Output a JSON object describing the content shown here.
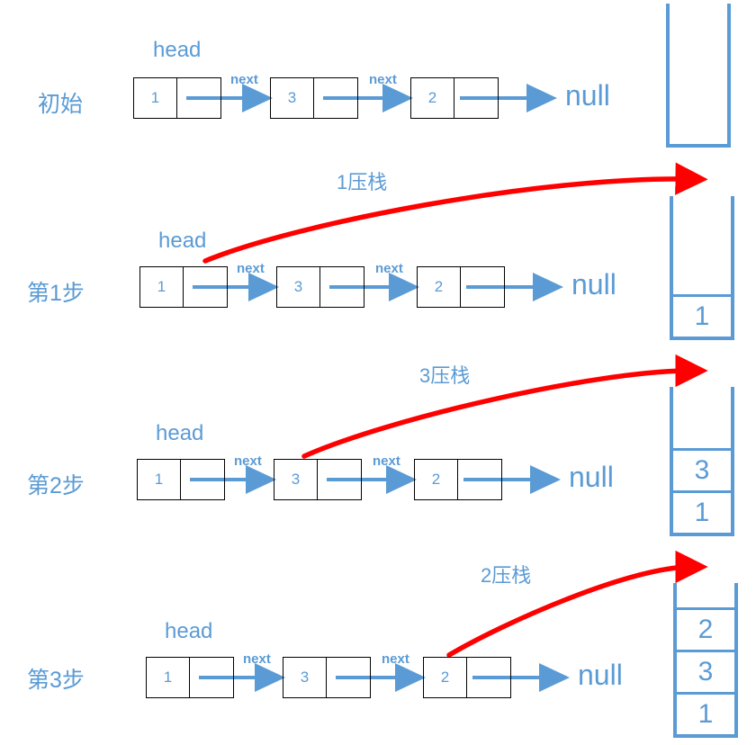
{
  "diagram": {
    "title_colors": {
      "accent_blue": "#5B9BD5",
      "arrow_red": "#FF0000",
      "node_border": "#000000"
    },
    "head_label": "head",
    "next_label": "next",
    "null_label": "null",
    "rows": [
      {
        "label": "初始",
        "nodes": [
          "1",
          "3",
          "2"
        ],
        "push_label": "",
        "stack": []
      },
      {
        "label": "第1步",
        "nodes": [
          "1",
          "3",
          "2"
        ],
        "push_label": "1压栈",
        "stack": [
          "1"
        ]
      },
      {
        "label": "第2步",
        "nodes": [
          "1",
          "3",
          "2"
        ],
        "push_label": "3压栈",
        "stack": [
          "3",
          "1"
        ]
      },
      {
        "label": "第3步",
        "nodes": [
          "1",
          "3",
          "2"
        ],
        "push_label": "2压栈",
        "stack": [
          "2",
          "3",
          "1"
        ]
      }
    ]
  }
}
